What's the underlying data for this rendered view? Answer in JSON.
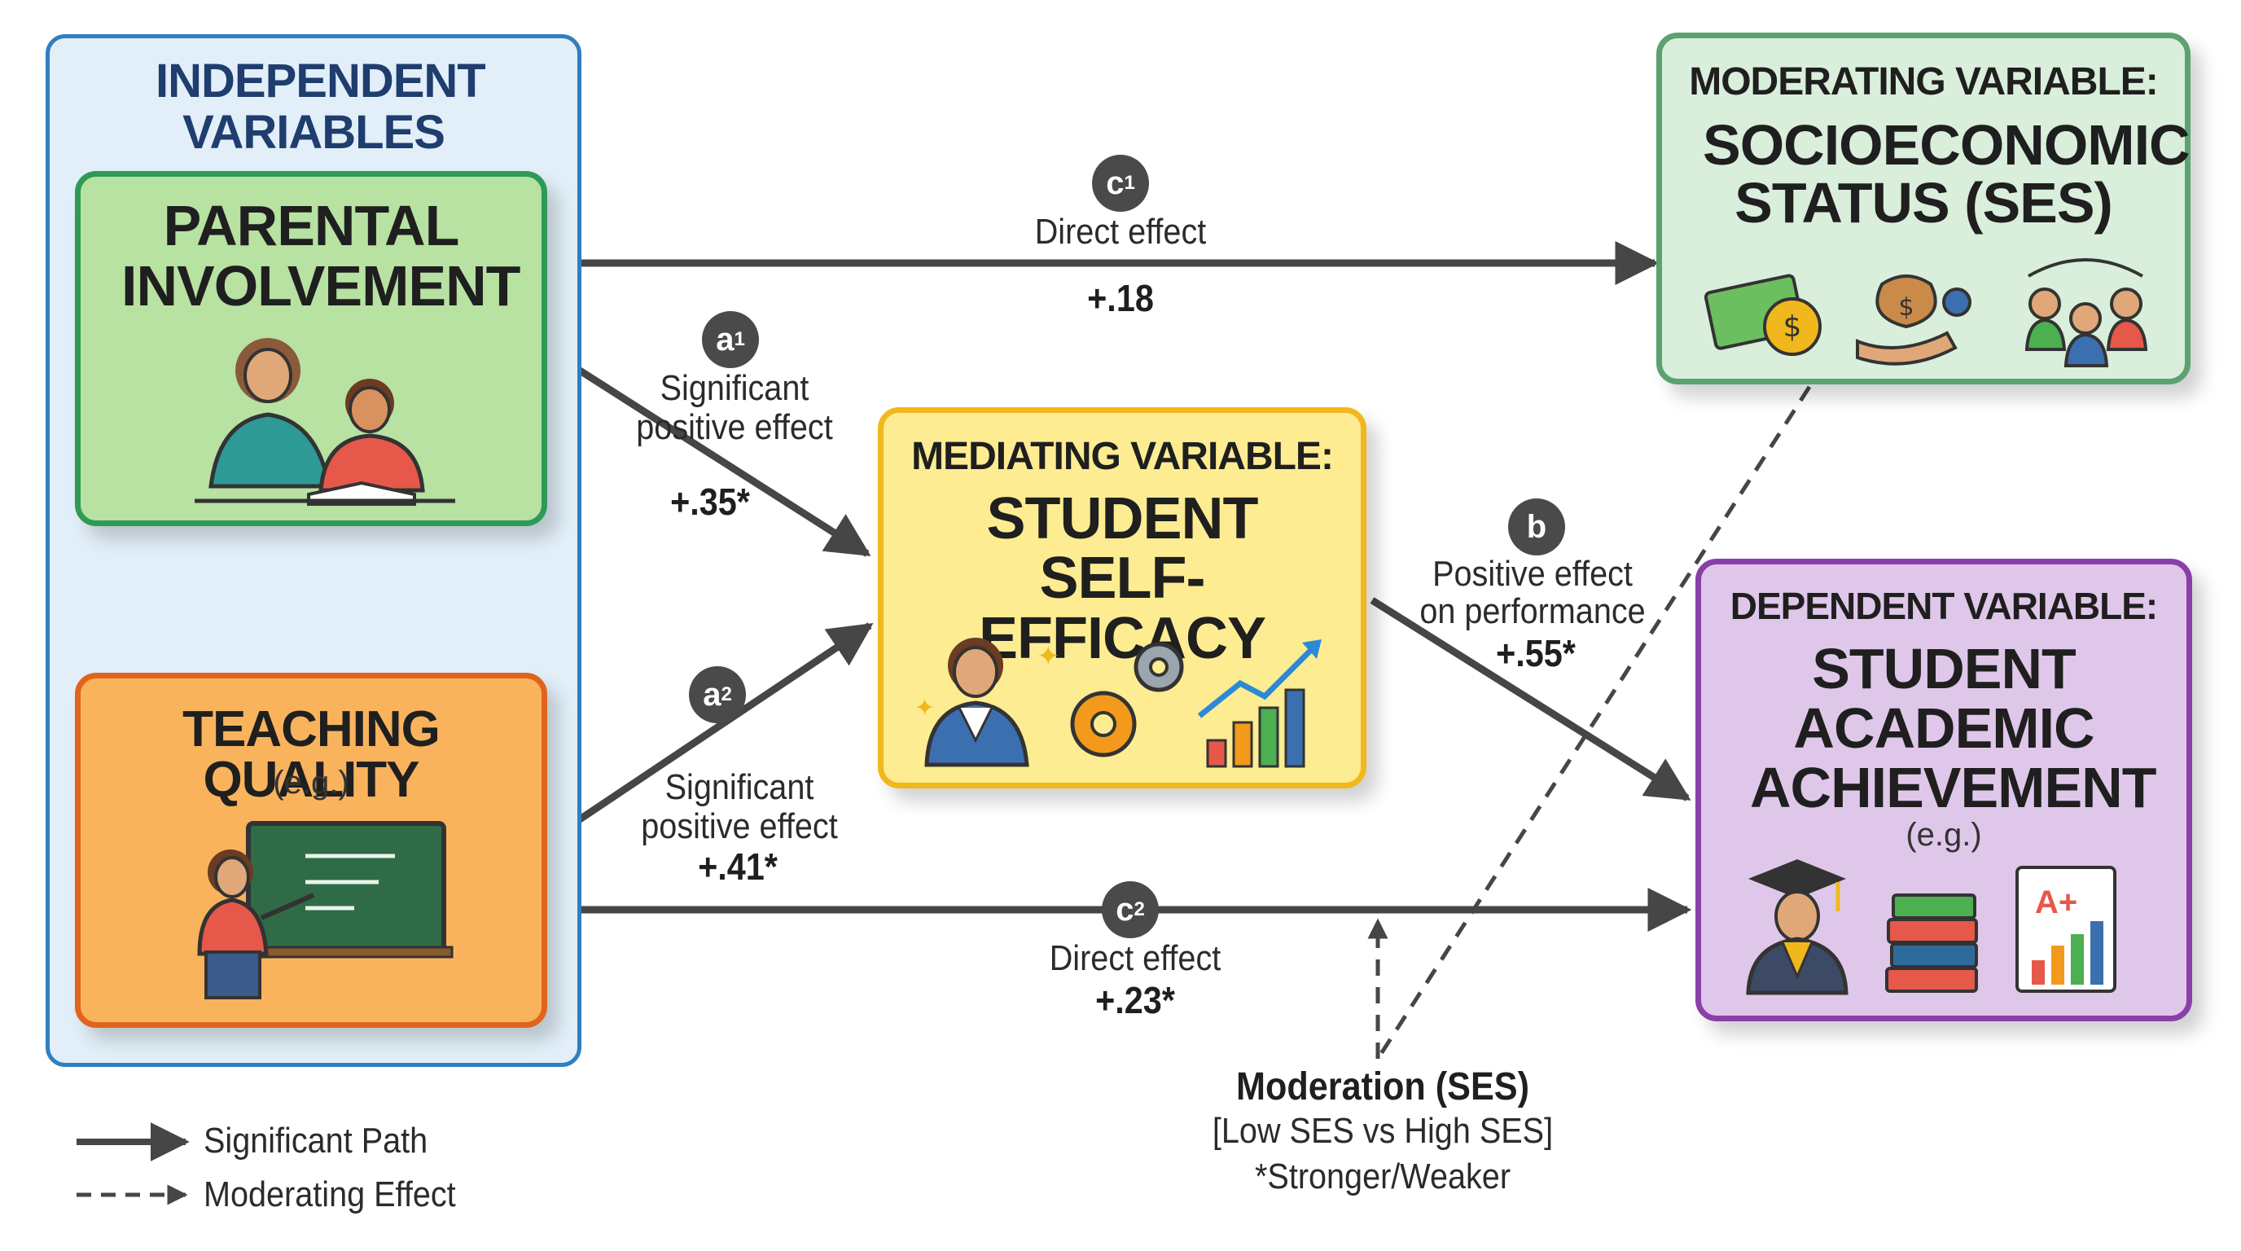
{
  "independent": {
    "title": "INDEPENDENT VARIABLES",
    "parental": {
      "title": "PARENTAL INVOLVEMENT"
    },
    "teaching": {
      "title": "TEACHING QUALITY",
      "note": "(e.g.)"
    }
  },
  "mediator": {
    "kicker": "MEDIATING VARIABLE:",
    "title": "STUDENT SELF-EFFICACY"
  },
  "moderator": {
    "kicker": "MODERATING VARIABLE:",
    "title": "SOCIOECONOMIC STATUS (SES)"
  },
  "dependent": {
    "kicker": "DEPENDENT VARIABLE:",
    "title": "STUDENT ACADEMIC ACHIEVEMENT",
    "note": "(e.g.)"
  },
  "paths": {
    "c1": {
      "badge": "c",
      "sub": "1",
      "label": "Direct effect",
      "value": "+.18"
    },
    "a1": {
      "badge": "a",
      "sub": "1",
      "label_line1": "Significant",
      "label_line2": "positive effect",
      "value": "+.35*"
    },
    "a2": {
      "badge": "a",
      "sub": "2",
      "label_line1": "Significant",
      "label_line2": "positive effect",
      "value": "+.41*"
    },
    "b": {
      "badge": "b",
      "label_line1": "Positive effect",
      "label_line2": "on performance",
      "value": "+.55*"
    },
    "c2": {
      "badge": "c",
      "sub": "2",
      "label": "Direct effect",
      "value": "+.23*"
    }
  },
  "moderation": {
    "title": "Moderation (SES)",
    "line2": "[Low SES vs High SES]",
    "line3": "*Stronger/Weaker"
  },
  "legend": {
    "solid": "Significant Path",
    "dashed": "Moderating Effect"
  },
  "colors": {
    "independent_frame": "#2f7fc1",
    "independent_bg": "#e2eff9",
    "parental_border": "#2f9a55",
    "parental_bg": "#b7e2a2",
    "teaching_border": "#e0641c",
    "teaching_bg": "#f9b35d",
    "mediator_border": "#f0b81c",
    "mediator_bg": "#fdec92",
    "moderator_border": "#5ba271",
    "moderator_bg": "#d9eedb",
    "dependent_border": "#8a3fa8",
    "dependent_bg": "#dfc7ea",
    "arrow": "#464646"
  }
}
